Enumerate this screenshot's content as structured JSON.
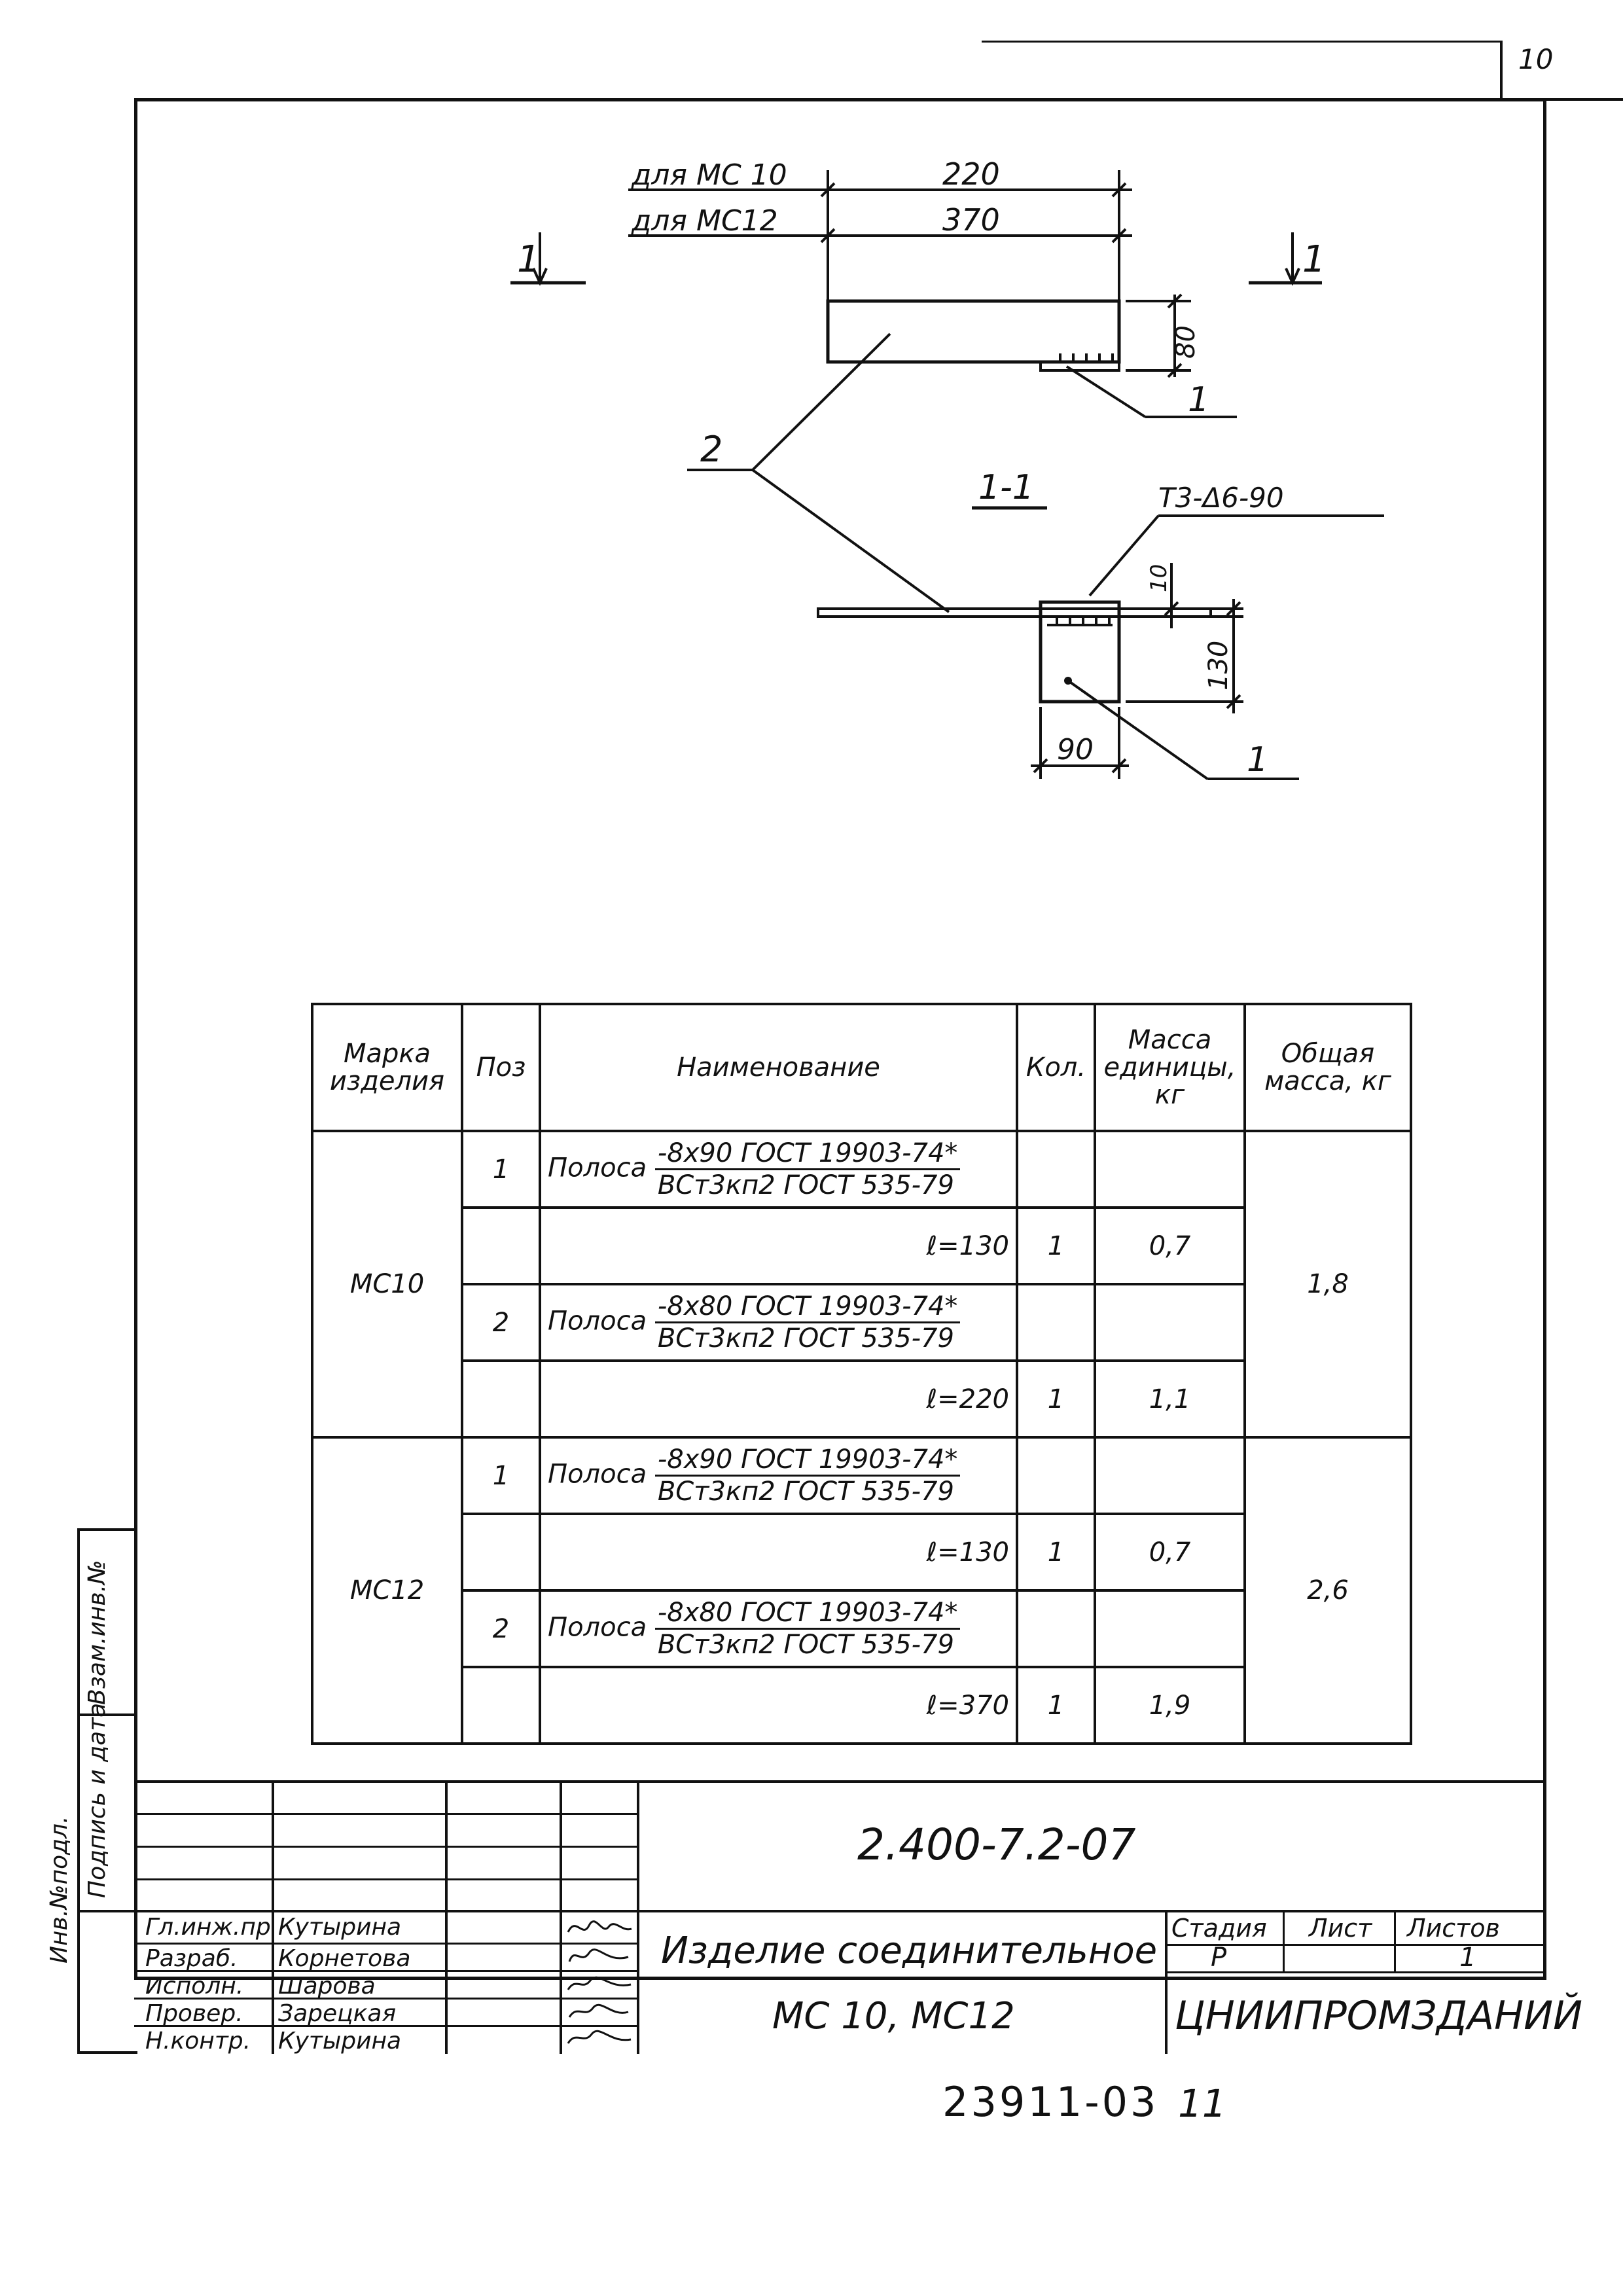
{
  "sheet_corner": "10",
  "drawing": {
    "dim_label_mc10": "для МС 10",
    "dim_label_mc12": "для МС12",
    "dim_220": "220",
    "dim_370": "370",
    "dim_80": "80",
    "dim_10": "10",
    "dim_130": "130",
    "dim_90": "90",
    "section_mark_left": "1",
    "section_mark_right": "1",
    "section_title": "1-1",
    "weld_note": "Т3-Δ6-90",
    "callout_1_top": "1",
    "callout_2": "2",
    "callout_1_bottom": "1"
  },
  "spec": {
    "headers": {
      "mark": "Марка изделия",
      "pos": "Поз",
      "name": "Наименование",
      "qty": "Кол.",
      "unit_mass": "Масса единицы, кг",
      "total_mass": "Общая масса, кг"
    },
    "groups": [
      {
        "mark": "МС10",
        "total": "1,8",
        "items": [
          {
            "pos": "1",
            "prefix": "Полоса",
            "num": "-8х90 ГОСТ 19903-74*",
            "den": "ВСт3кп2 ГОСТ 535-79",
            "len": "ℓ=130",
            "qty": "1",
            "mass": "0,7"
          },
          {
            "pos": "2",
            "prefix": "Полоса",
            "num": "-8х80 ГОСТ 19903-74*",
            "den": "ВСт3кп2 ГОСТ 535-79",
            "len": "ℓ=220",
            "qty": "1",
            "mass": "1,1"
          }
        ]
      },
      {
        "mark": "МС12",
        "total": "2,6",
        "items": [
          {
            "pos": "1",
            "prefix": "Полоса",
            "num": "-8х90 ГОСТ 19903-74*",
            "den": "ВСт3кп2 ГОСТ 535-79",
            "len": "ℓ=130",
            "qty": "1",
            "mass": "0,7"
          },
          {
            "pos": "2",
            "prefix": "Полоса",
            "num": "-8х80 ГОСТ 19903-74*",
            "den": "ВСт3кп2 ГОСТ 535-79",
            "len": "ℓ=370",
            "qty": "1",
            "mass": "1,9"
          }
        ]
      }
    ]
  },
  "title_block": {
    "doc_code": "2.400-7.2-07",
    "title_line1": "Изделие соединительное",
    "title_line2": "МС 10, МС12",
    "stage_label": "Стадия",
    "sheet_label": "Лист",
    "sheets_label": "Листов",
    "stage_value": "Р",
    "sheet_value": "",
    "sheets_value": "1",
    "organization": "ЦНИИПРОМЗДАНИЙ",
    "roles": [
      {
        "role": "Гл.инж.пр",
        "name": "Кутырина"
      },
      {
        "role": "Разраб.",
        "name": "Корнетова"
      },
      {
        "role": "Исполн.",
        "name": "Шарова"
      },
      {
        "role": "Провер.",
        "name": "Зарецкая"
      },
      {
        "role": "Н.контр.",
        "name": "Кутырина"
      }
    ]
  },
  "side_stamp": {
    "inv_orig": "Инв.№подл.",
    "sign_date": "Подпись и дата",
    "inv_repl": "Взам.инв.№"
  },
  "footer": {
    "archive_number": "23911-03",
    "page_number": "11"
  }
}
